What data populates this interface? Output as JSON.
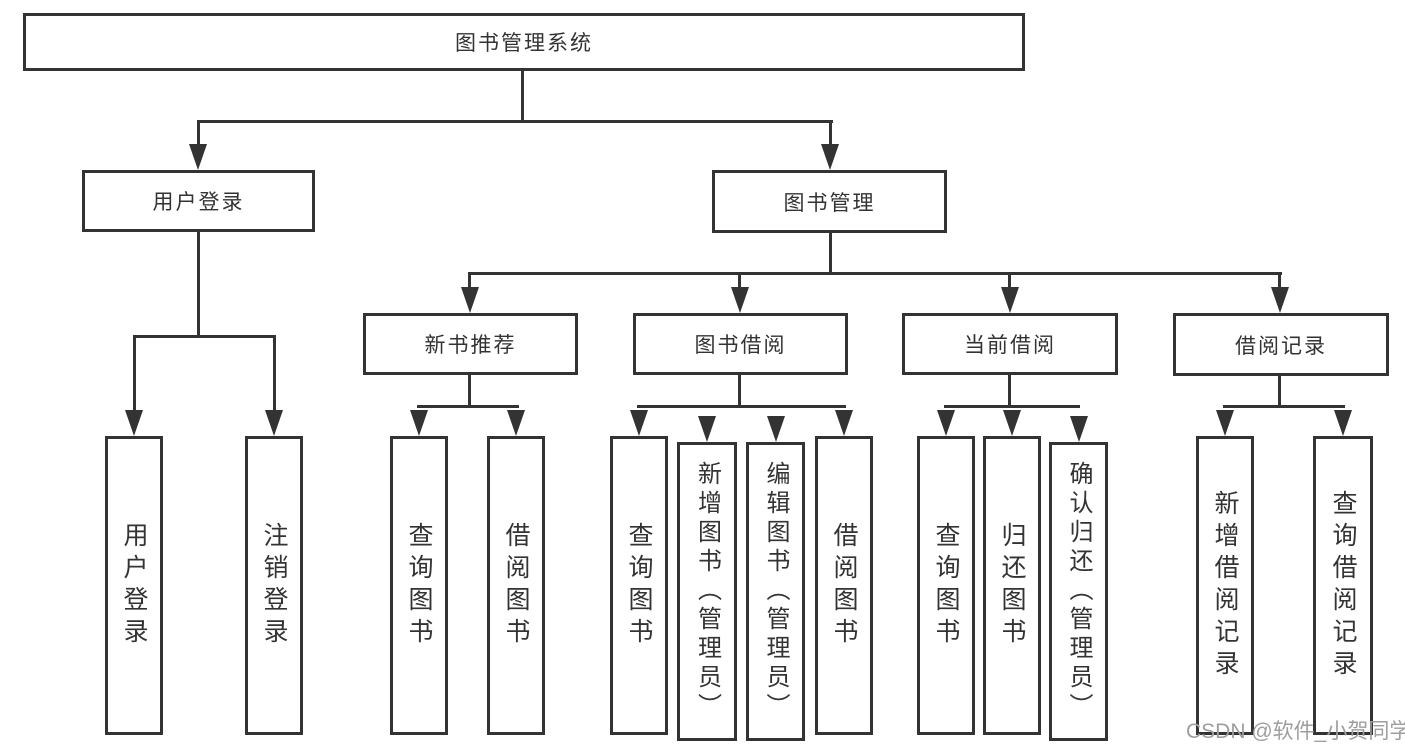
{
  "diagram_title": "图书管理系统",
  "nodes": {
    "root": "图书管理系统",
    "user_login": "用户登录",
    "book_mgmt": "图书管理",
    "new_book_rec": "新书推荐",
    "book_borrow": "图书借阅",
    "current_borrow": "当前借阅",
    "borrow_record": "借阅记录",
    "leaf_user_login": "用户登录",
    "leaf_logout": "注销登录",
    "nb_query": "查询图书",
    "nb_borrow": "借阅图书",
    "bb_query": "查询图书",
    "bb_add": "新增图书（管理员）",
    "bb_edit": "编辑图书（管理员）",
    "bb_borrow": "借阅图书",
    "cb_query": "查询图书",
    "cb_return": "归还图书",
    "cb_confirm": "确认归还（管理员）",
    "br_add": "新增借阅记录",
    "br_query": "查询借阅记录"
  },
  "structure": {
    "图书管理系统": [
      "用户登录",
      "图书管理"
    ],
    "用户登录": [
      "用户登录",
      "注销登录"
    ],
    "图书管理": [
      "新书推荐",
      "图书借阅",
      "当前借阅",
      "借阅记录"
    ],
    "新书推荐": [
      "查询图书",
      "借阅图书"
    ],
    "图书借阅": [
      "查询图书",
      "新增图书（管理员）",
      "编辑图书（管理员）",
      "借阅图书"
    ],
    "当前借阅": [
      "查询图书",
      "归还图书",
      "确认归还（管理员）"
    ],
    "借阅记录": [
      "新增借阅记录",
      "查询借阅记录"
    ]
  },
  "watermark": "CSDN @软件_小贺同学",
  "colors": {
    "line": "#333333",
    "text": "#333333",
    "watermark": "#9e9e9e",
    "background": "#ffffff"
  }
}
